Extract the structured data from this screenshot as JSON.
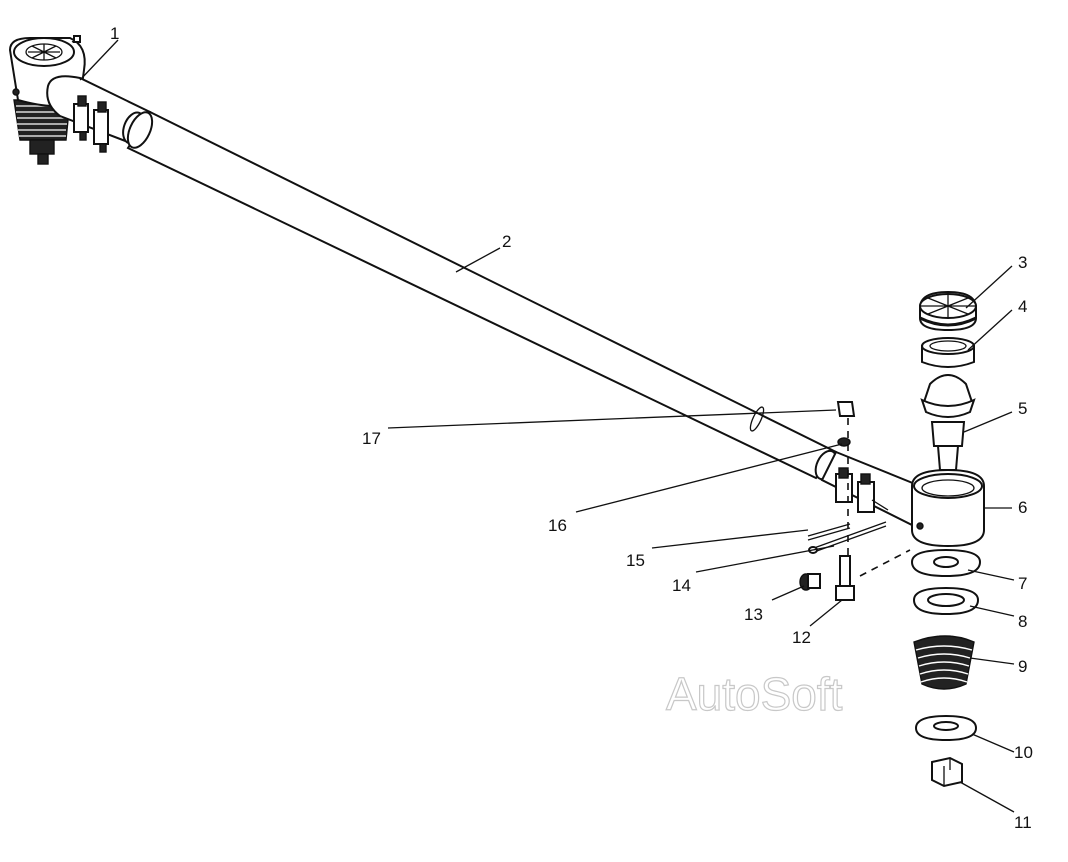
{
  "diagram": {
    "callouts": [
      "1",
      "2",
      "3",
      "4",
      "5",
      "6",
      "7",
      "8",
      "9",
      "10",
      "11",
      "12",
      "13",
      "14",
      "15",
      "16",
      "17"
    ],
    "watermark": "AutoSoft"
  }
}
